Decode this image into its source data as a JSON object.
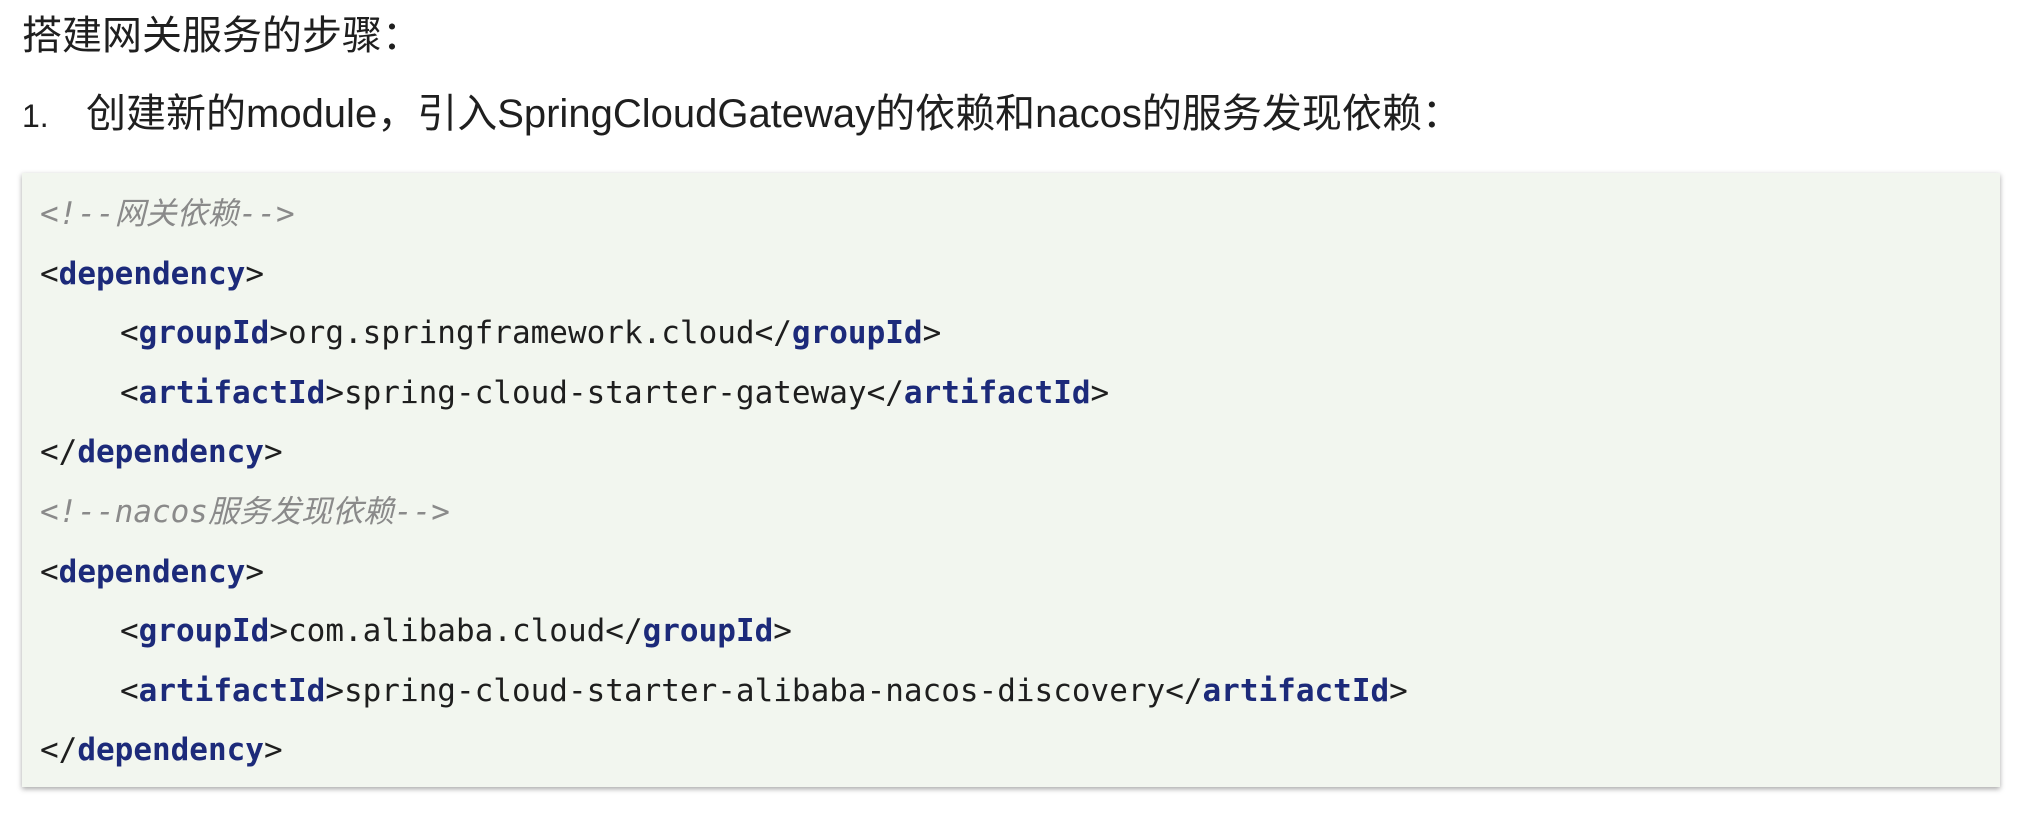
{
  "heading": "搭建网关服务的步骤：",
  "step1": {
    "number": "1.",
    "text": "创建新的module，引入SpringCloudGateway的依赖和nacos的服务发现依赖："
  },
  "code": {
    "comment1": "<!--网关依赖-->",
    "dep1_open": "dependency",
    "dep1_group_tag": "groupId",
    "dep1_group_value": "org.springframework.cloud",
    "dep1_artifact_tag": "artifactId",
    "dep1_artifact_value": "spring-cloud-starter-gateway",
    "dep1_close": "dependency",
    "comment2": "<!--nacos服务发现依赖-->",
    "dep2_open": "dependency",
    "dep2_group_tag": "groupId",
    "dep2_group_value": "com.alibaba.cloud",
    "dep2_artifact_tag": "artifactId",
    "dep2_artifact_value": "spring-cloud-starter-alibaba-nacos-discovery",
    "dep2_close": "dependency"
  },
  "colors": {
    "code_background": "#f2f6ef",
    "tag_name": "#1c2a7a",
    "comment": "#8a8a8a"
  }
}
